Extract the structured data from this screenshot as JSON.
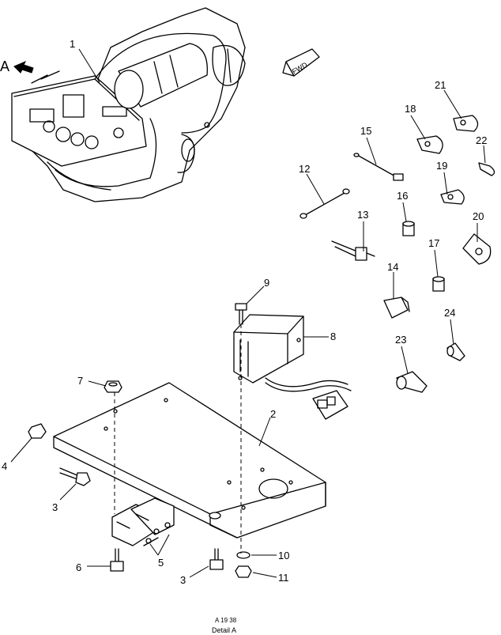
{
  "view_marker": "A",
  "fwd_label": "FWD",
  "callouts": [
    "1",
    "2",
    "3",
    "3",
    "4",
    "5",
    "6",
    "7",
    "8",
    "9",
    "10",
    "11",
    "12",
    "13",
    "14",
    "15",
    "16",
    "17",
    "18",
    "19",
    "20",
    "21",
    "22",
    "23",
    "24"
  ],
  "footer": {
    "code": "A 19 38",
    "caption": "Detail A"
  }
}
